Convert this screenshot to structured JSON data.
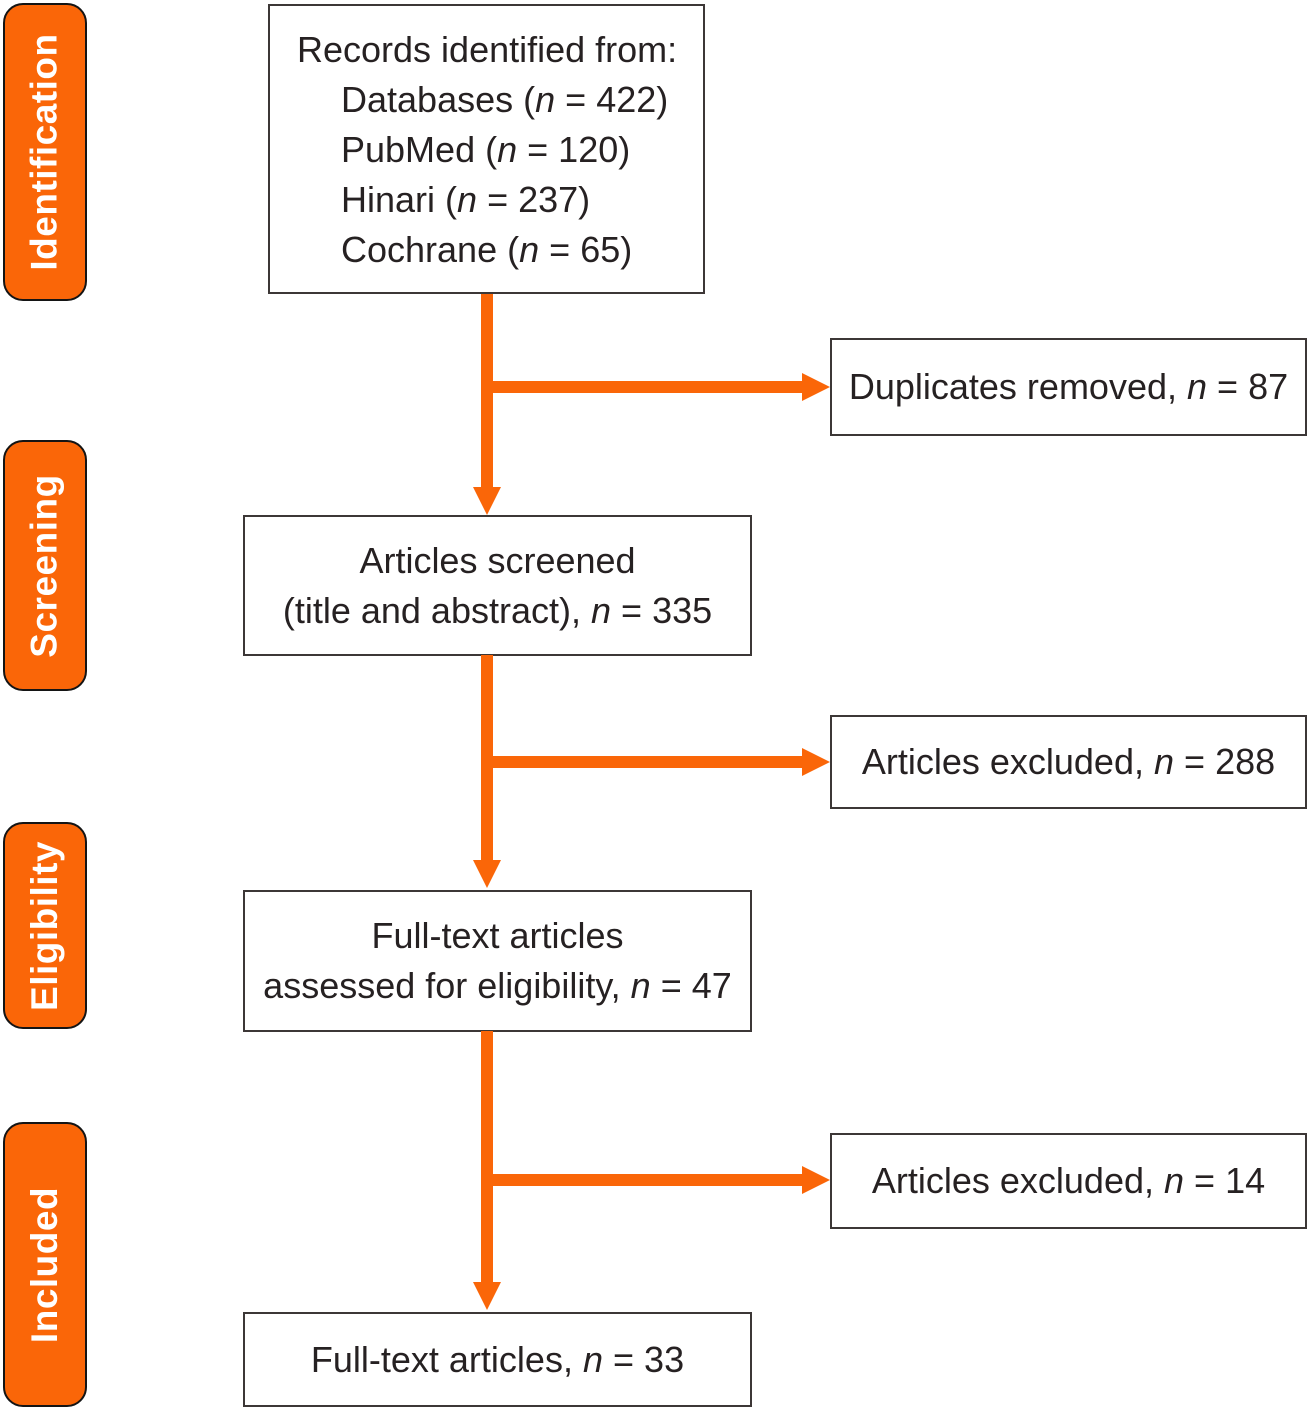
{
  "colors": {
    "orange": "#fa6608",
    "box_border": "#3c3736",
    "text": "#262122",
    "stage_text": "#ffffff",
    "stage_border": "#141414"
  },
  "stages": [
    {
      "label": "Identification"
    },
    {
      "label": "Screening"
    },
    {
      "label": "Eligibility"
    },
    {
      "label": "Included"
    }
  ],
  "records_box": {
    "title": "Records identified from:",
    "sources": [
      {
        "prefix": "Databases (",
        "n": "n",
        "eq": "=",
        "value": "422)"
      },
      {
        "prefix": "PubMed (",
        "n": "n",
        "eq": "=",
        "value": "120)"
      },
      {
        "prefix": "Hinari (",
        "n": "n",
        "eq": "=",
        "value": "237)"
      },
      {
        "prefix": "Cochrane (",
        "n": "n",
        "eq": "=",
        "value": "65)"
      }
    ]
  },
  "screened_box": {
    "line1": "Articles screened",
    "line2": {
      "prefix": "(title and abstract), ",
      "n": "n",
      "eq": "=",
      "value": "335"
    }
  },
  "assessed_box": {
    "line1": "Full-text articles",
    "line2": {
      "prefix": "assessed for eligibility, ",
      "n": "n",
      "eq": "=",
      "value": "47"
    }
  },
  "included_box": {
    "line1": {
      "prefix": "Full-text articles, ",
      "n": "n",
      "eq": "=",
      "value": "33"
    }
  },
  "side_boxes": [
    {
      "prefix": "Duplicates removed, ",
      "n": "n",
      "eq": "=",
      "value": "87"
    },
    {
      "prefix": "Articles excluded, ",
      "n": "n",
      "eq": "=",
      "value": "288"
    },
    {
      "prefix": "Articles excluded, ",
      "n": "n",
      "eq": "=",
      "value": "14"
    }
  ]
}
